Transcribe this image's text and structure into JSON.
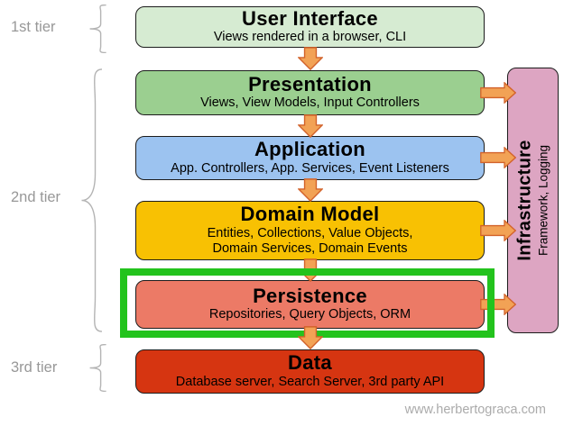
{
  "tiers": [
    {
      "label": "1st tier"
    },
    {
      "label": "2nd tier"
    },
    {
      "label": "3rd tier"
    }
  ],
  "layers": [
    {
      "title": "User Interface",
      "subtitle": "Views rendered in a browser, CLI",
      "color": "#d6ebd2"
    },
    {
      "title": "Presentation",
      "subtitle": "Views, View Models, Input Controllers",
      "color": "#9bcf90"
    },
    {
      "title": "Application",
      "subtitle": "App. Controllers, App. Services, Event Listeners",
      "color": "#9cc3f0"
    },
    {
      "title": "Domain Model",
      "subtitle": "Entities, Collections, Value Objects,\nDomain Services, Domain Events",
      "color": "#f8c103"
    },
    {
      "title": "Persistence",
      "subtitle": "Repositories, Query Objects, ORM",
      "color": "#ec7a66",
      "highlighted": true
    },
    {
      "title": "Data",
      "subtitle": "Database server, Search Server, 3rd party API",
      "color": "#d63511"
    }
  ],
  "infrastructure": {
    "title": "Infrastructure",
    "subtitle": "Framework, Logging",
    "color": "#dda5c2"
  },
  "watermark": "www.herbertograca.com",
  "colors": {
    "arrow_fill": "#f2a255",
    "arrow_stroke": "#d2622a",
    "highlight_green": "#23c31d",
    "box_border": "#1c1c1c",
    "tier_text": "#989898",
    "background": "#ffffff"
  }
}
